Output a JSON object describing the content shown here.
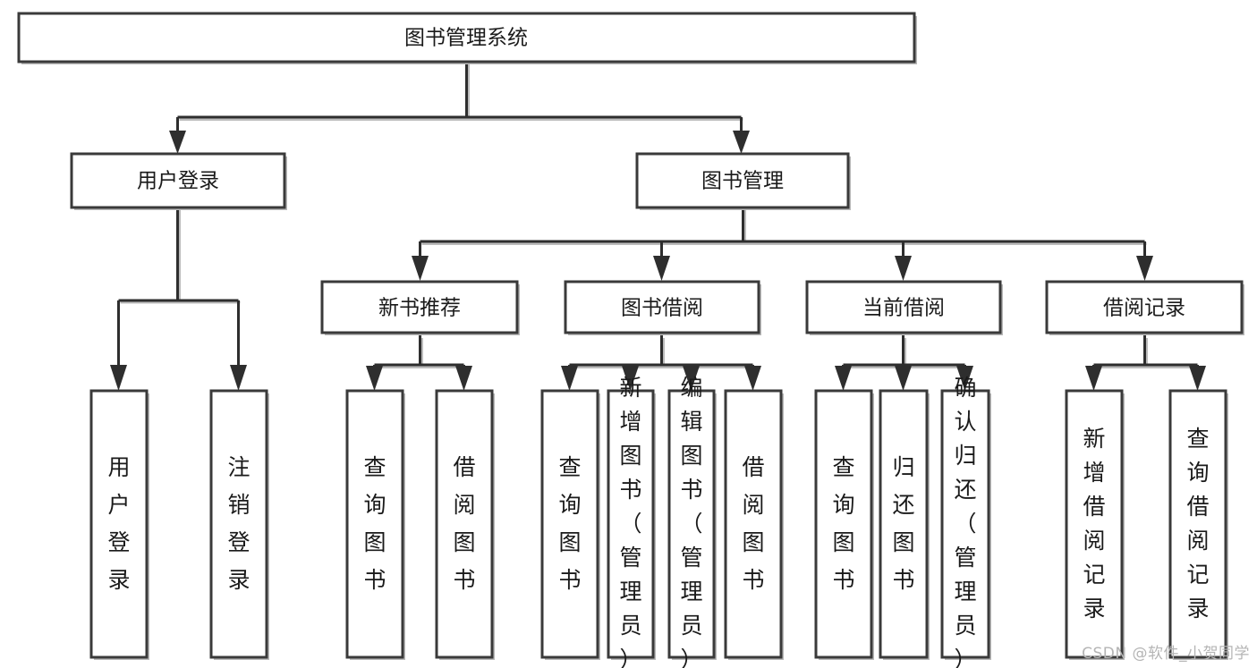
{
  "diagram": {
    "type": "tree-hierarchy",
    "title": "图书管理系统",
    "watermark": "CSDN @软件_小贺同学",
    "colors": {
      "box_stroke": "#3a3a3a",
      "box_fill": "#ffffff",
      "connector": "#2e2e2e",
      "text": "#1a1a1a",
      "shadow": "#b9b9b9",
      "watermark": "#b5b5b5",
      "background": "#ffffff"
    },
    "root": {
      "id": "root",
      "label": "图书管理系统",
      "orientation": "horizontal"
    },
    "level2": [
      {
        "id": "user-login",
        "label": "用户登录",
        "orientation": "horizontal"
      },
      {
        "id": "book-manage",
        "label": "图书管理",
        "orientation": "horizontal"
      }
    ],
    "level3": [
      {
        "id": "new-book-recommend",
        "label": "新书推荐",
        "parent": "book-manage",
        "orientation": "horizontal"
      },
      {
        "id": "book-borrow",
        "label": "图书借阅",
        "parent": "book-manage",
        "orientation": "horizontal"
      },
      {
        "id": "current-borrow",
        "label": "当前借阅",
        "parent": "book-manage",
        "orientation": "horizontal"
      },
      {
        "id": "borrow-record",
        "label": "借阅记录",
        "parent": "book-manage",
        "orientation": "horizontal"
      }
    ],
    "leaves": [
      {
        "id": "leaf-user-login",
        "label": "用户登录",
        "parent": "user-login",
        "orientation": "vertical"
      },
      {
        "id": "leaf-logout",
        "label": "注销登录",
        "parent": "user-login",
        "orientation": "vertical"
      },
      {
        "id": "leaf-query-book-1",
        "label": "查询图书",
        "parent": "new-book-recommend",
        "orientation": "vertical"
      },
      {
        "id": "leaf-borrow-book-1",
        "label": "借阅图书",
        "parent": "new-book-recommend",
        "orientation": "vertical"
      },
      {
        "id": "leaf-query-book-2",
        "label": "查询图书",
        "parent": "book-borrow",
        "orientation": "vertical"
      },
      {
        "id": "leaf-add-book",
        "label": "新增图书（管理员）",
        "parent": "book-borrow",
        "orientation": "vertical"
      },
      {
        "id": "leaf-edit-book",
        "label": "编辑图书（管理员）",
        "parent": "book-borrow",
        "orientation": "vertical"
      },
      {
        "id": "leaf-borrow-book-2",
        "label": "借阅图书",
        "parent": "book-borrow",
        "orientation": "vertical"
      },
      {
        "id": "leaf-query-book-3",
        "label": "查询图书",
        "parent": "current-borrow",
        "orientation": "vertical"
      },
      {
        "id": "leaf-return-book",
        "label": "归还图书",
        "parent": "current-borrow",
        "orientation": "vertical"
      },
      {
        "id": "leaf-confirm-return",
        "label": "确认归还（管理员）",
        "parent": "current-borrow",
        "orientation": "vertical"
      },
      {
        "id": "leaf-add-record",
        "label": "新增借阅记录",
        "parent": "borrow-record",
        "orientation": "vertical"
      },
      {
        "id": "leaf-query-record",
        "label": "查询借阅记录",
        "parent": "borrow-record",
        "orientation": "vertical"
      }
    ]
  }
}
